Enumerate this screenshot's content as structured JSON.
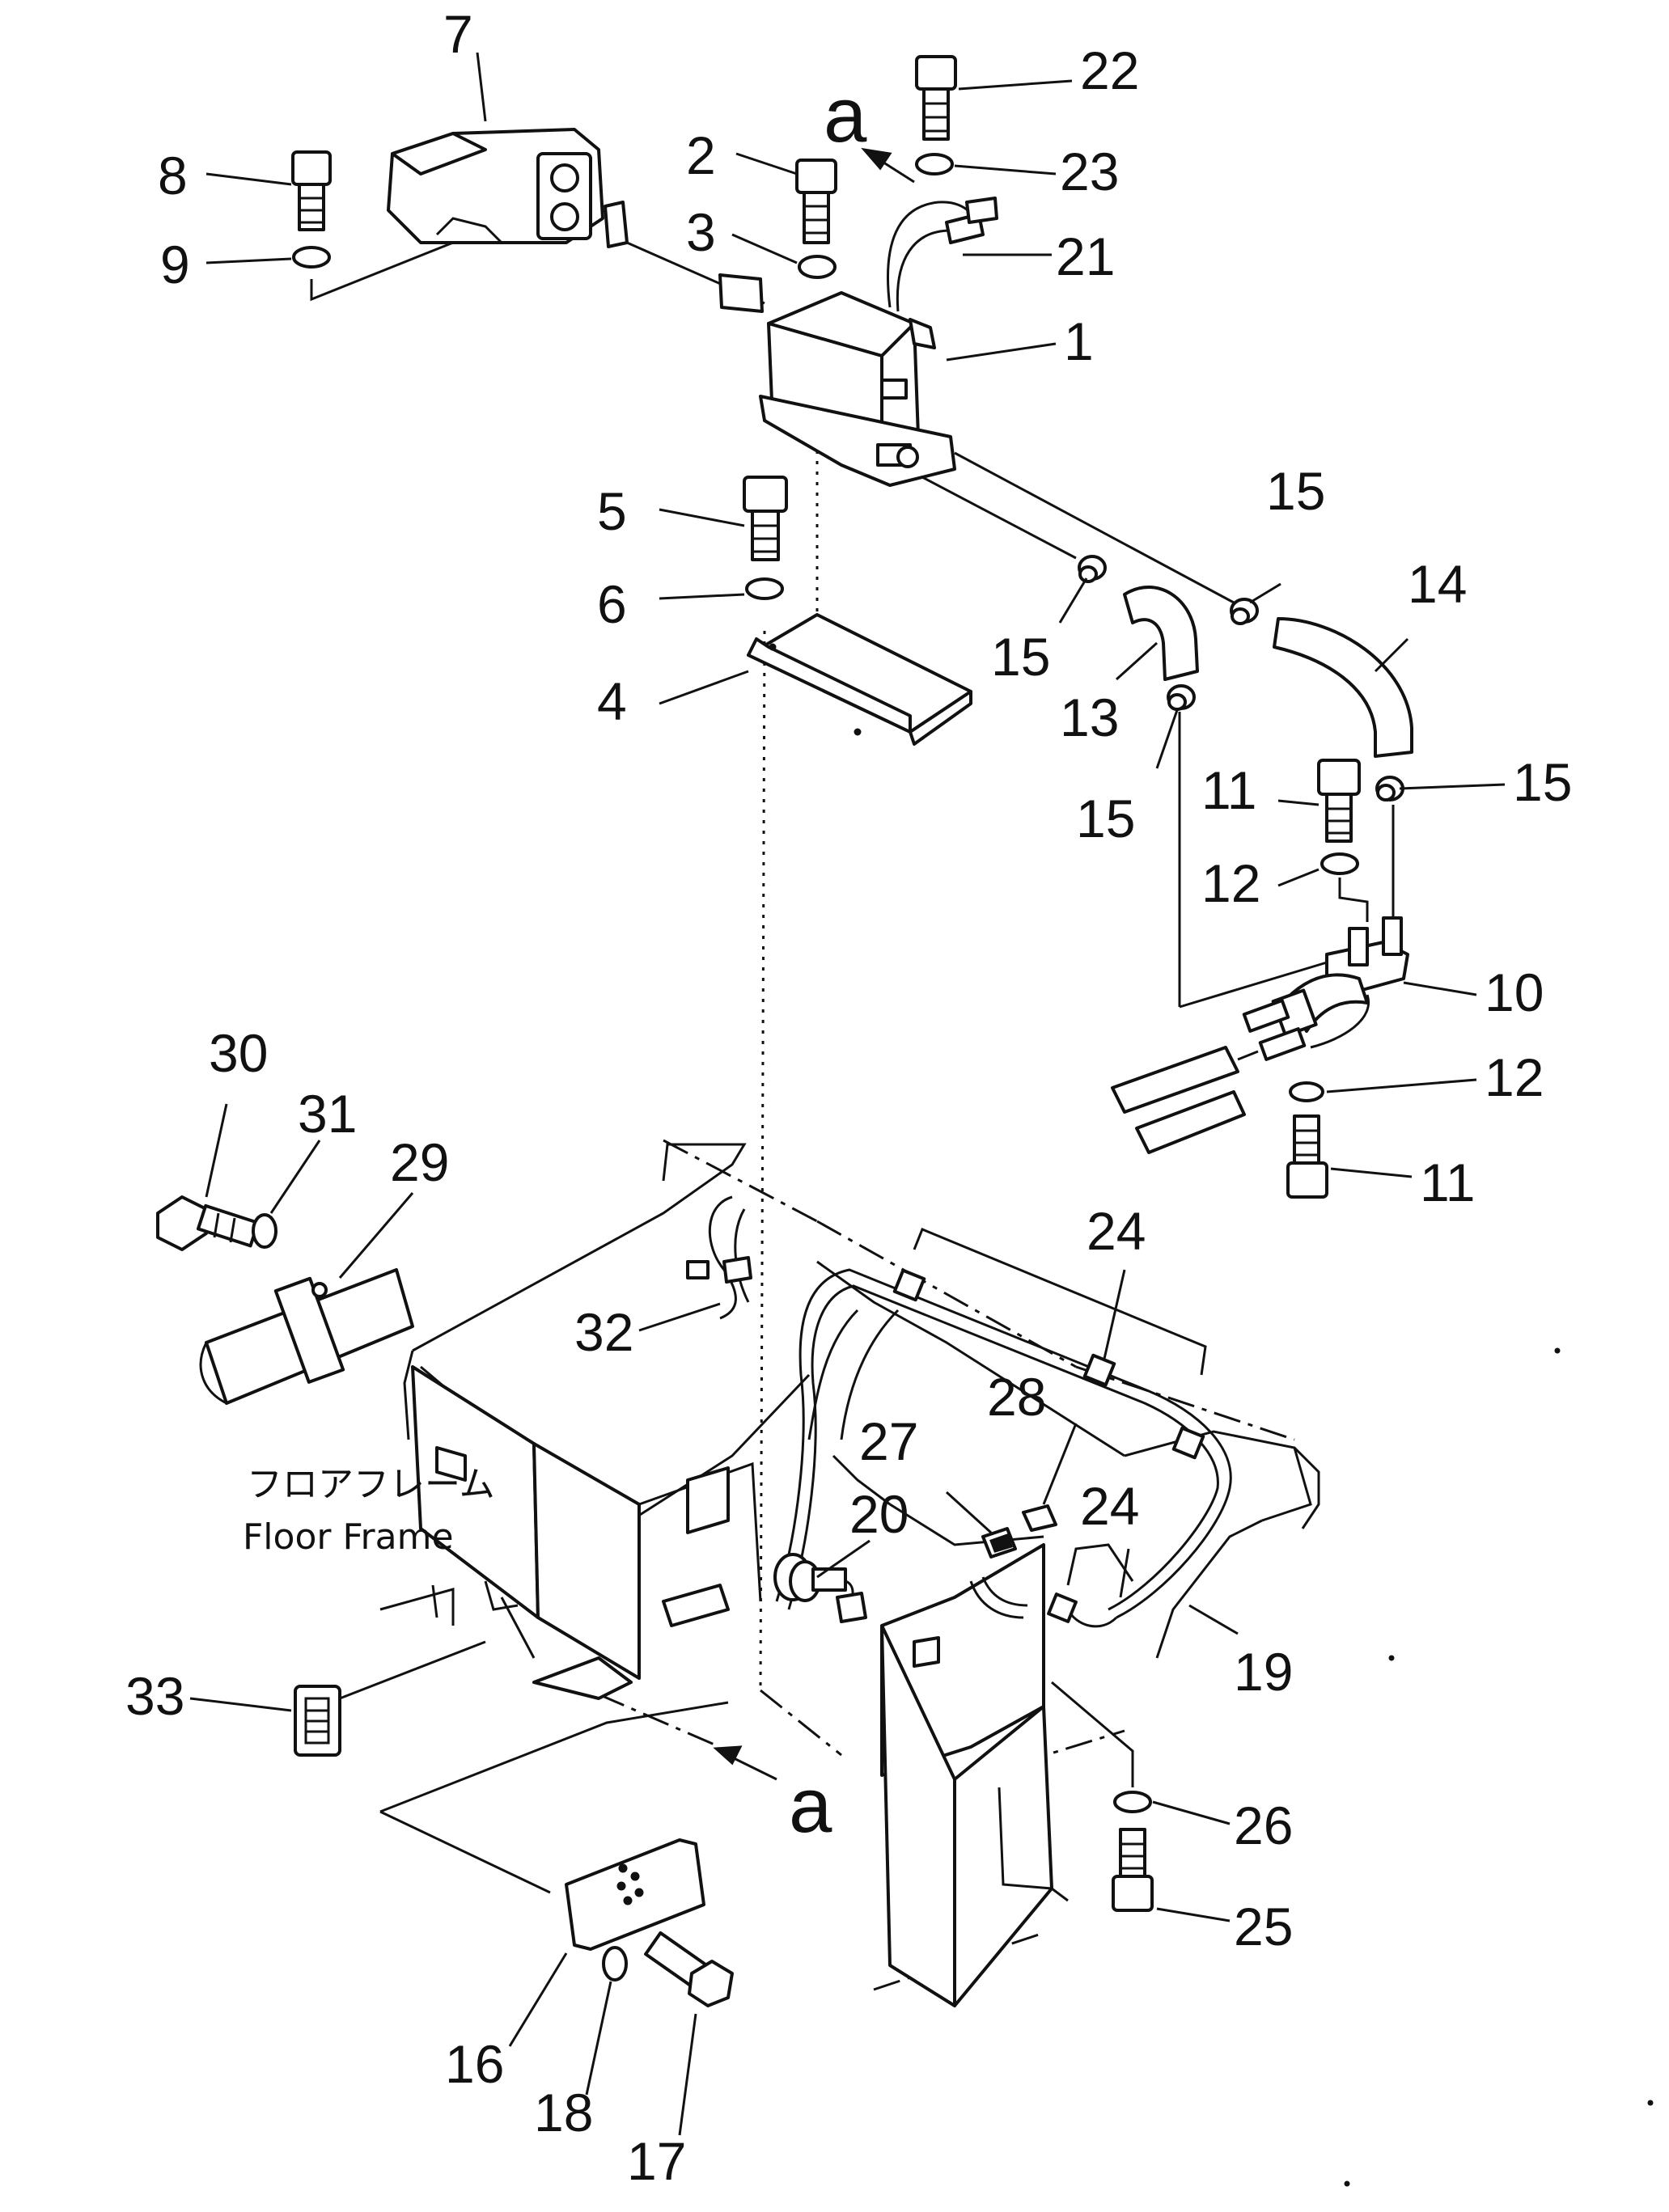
{
  "diagram": {
    "part_numbers": [
      "1",
      "2",
      "3",
      "4",
      "5",
      "6",
      "7",
      "8",
      "9",
      "10",
      "11",
      "12",
      "13",
      "14",
      "15",
      "16",
      "17",
      "18",
      "19",
      "20",
      "21",
      "22",
      "23",
      "24",
      "25",
      "26",
      "27",
      "28",
      "29",
      "30",
      "31",
      "32",
      "33"
    ],
    "view_marker": "a",
    "floor_frame_label_jp": "フロアフレーム",
    "floor_frame_label_en": "Floor  Frame"
  }
}
